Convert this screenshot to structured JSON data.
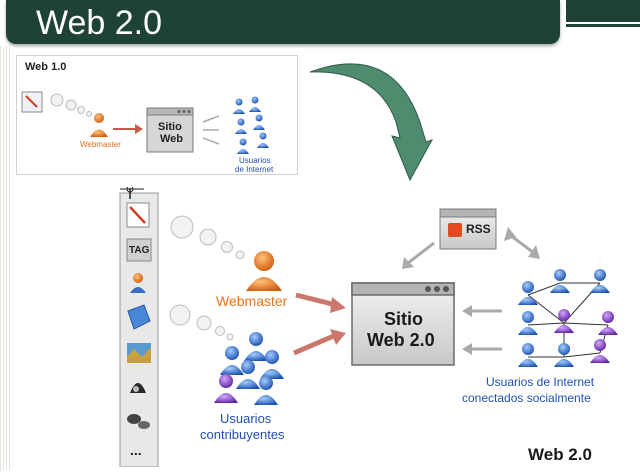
{
  "banner": {
    "title": "Web 2.0"
  },
  "web1": {
    "label": "Web 1.0",
    "site_line1": "Sitio",
    "site_line2": "Web",
    "webmaster": "Webmaster",
    "users_line1": "Usuarios",
    "users_line2": "de Internet"
  },
  "web2": {
    "rss": "RSS",
    "webmaster": "Webmaster",
    "site_line1": "Sitio",
    "site_line2": "Web 2.0",
    "contrib_line1": "Usuarios",
    "contrib_line2": "contribuyentes",
    "social_line1": "Usuarios de Internet",
    "social_line2": "conectados socialmente",
    "corner_label": "Web 2.0",
    "sidebar_tag": "TAG",
    "sidebar_more": "..."
  },
  "colors": {
    "banner": "#1f4236",
    "arrow": "#4e8b6f",
    "orange": "#e8731e",
    "blue": "#2060c8",
    "purple": "#7a3fb0"
  }
}
